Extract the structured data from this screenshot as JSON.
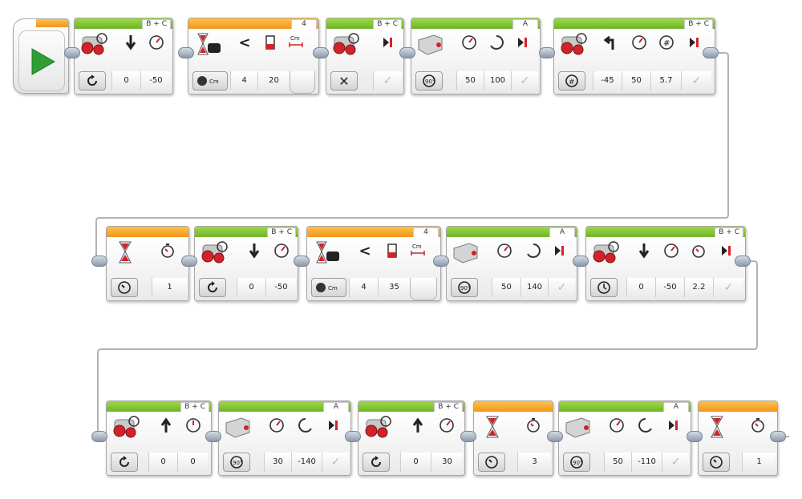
{
  "program": {
    "start_icon": "play-triangle-icon",
    "colors": {
      "action": "#76b82a",
      "flow": "#f39b1e",
      "wire": "#b0b0b0"
    }
  },
  "blocks": [
    {
      "id": "b1",
      "kind": "move-steering",
      "category": "action",
      "port": "B + C",
      "mode_icon": "on-icon",
      "params": [
        "0",
        "-50"
      ]
    },
    {
      "id": "b2",
      "kind": "wait-ultrasonic",
      "category": "flow",
      "port": "4",
      "mode_icon": "distance-cm-icon",
      "params": [
        "4",
        "20"
      ]
    },
    {
      "id": "b3",
      "kind": "move-steering",
      "category": "action",
      "port": "B + C",
      "mode_icon": "off-icon",
      "params": []
    },
    {
      "id": "b4",
      "kind": "medium-motor",
      "category": "action",
      "port": "A",
      "mode_icon": "degrees-icon",
      "params": [
        "50",
        "100"
      ]
    },
    {
      "id": "b5",
      "kind": "move-steering",
      "category": "action",
      "port": "B + C",
      "mode_icon": "rotations-icon",
      "params": [
        "-45",
        "50",
        "5.7"
      ]
    },
    {
      "id": "b6",
      "kind": "wait-time",
      "category": "flow",
      "port": "",
      "mode_icon": "time-icon",
      "params": [
        "1"
      ]
    },
    {
      "id": "b7",
      "kind": "move-steering",
      "category": "action",
      "port": "B + C",
      "mode_icon": "on-icon",
      "params": [
        "0",
        "-50"
      ]
    },
    {
      "id": "b8",
      "kind": "wait-ultrasonic",
      "category": "flow",
      "port": "4",
      "mode_icon": "distance-cm-icon",
      "params": [
        "4",
        "35"
      ]
    },
    {
      "id": "b9",
      "kind": "medium-motor",
      "category": "action",
      "port": "A",
      "mode_icon": "degrees-icon",
      "params": [
        "50",
        "140"
      ]
    },
    {
      "id": "b10",
      "kind": "move-steering",
      "category": "action",
      "port": "B + C",
      "mode_icon": "seconds-icon",
      "params": [
        "0",
        "-50",
        "2.2"
      ]
    },
    {
      "id": "b11",
      "kind": "move-steering",
      "category": "action",
      "port": "B + C",
      "mode_icon": "on-icon",
      "params": [
        "0",
        "0"
      ]
    },
    {
      "id": "b12",
      "kind": "medium-motor",
      "category": "action",
      "port": "A",
      "mode_icon": "degrees-icon",
      "params": [
        "30",
        "-140"
      ]
    },
    {
      "id": "b13",
      "kind": "move-steering",
      "category": "action",
      "port": "B + C",
      "mode_icon": "on-icon",
      "params": [
        "0",
        "30"
      ]
    },
    {
      "id": "b14",
      "kind": "wait-time",
      "category": "flow",
      "port": "",
      "mode_icon": "time-icon",
      "params": [
        "3"
      ]
    },
    {
      "id": "b15",
      "kind": "medium-motor",
      "category": "action",
      "port": "A",
      "mode_icon": "degrees-icon",
      "params": [
        "50",
        "-110"
      ]
    },
    {
      "id": "b16",
      "kind": "wait-time",
      "category": "flow",
      "port": "",
      "mode_icon": "time-icon",
      "params": [
        "1"
      ]
    }
  ]
}
